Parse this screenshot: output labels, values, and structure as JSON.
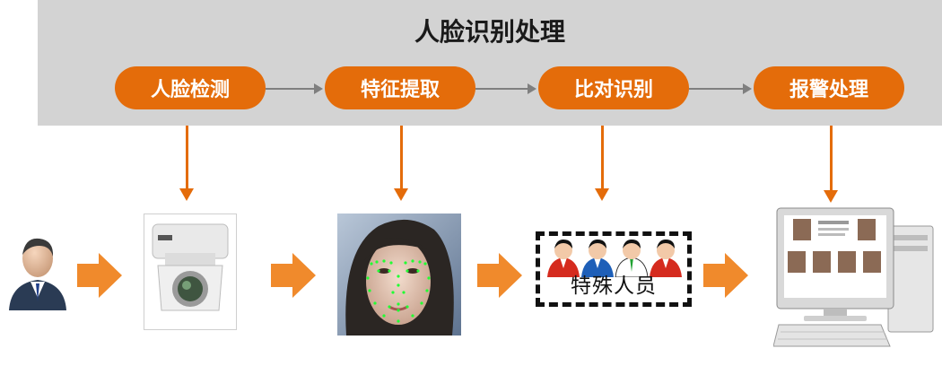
{
  "title": "人脸识别处理",
  "steps": [
    {
      "label": "人脸检测"
    },
    {
      "label": "特征提取"
    },
    {
      "label": "比对识别"
    },
    {
      "label": "报警处理"
    }
  ],
  "special_personnel_label": "特殊人员",
  "colors": {
    "banner": "#d3d3d3",
    "accent": "#e46c0a",
    "connector": "#7f7f7f"
  },
  "icons": [
    "person-icon",
    "camera-icon",
    "face-image",
    "group-icon",
    "computer-icon"
  ]
}
